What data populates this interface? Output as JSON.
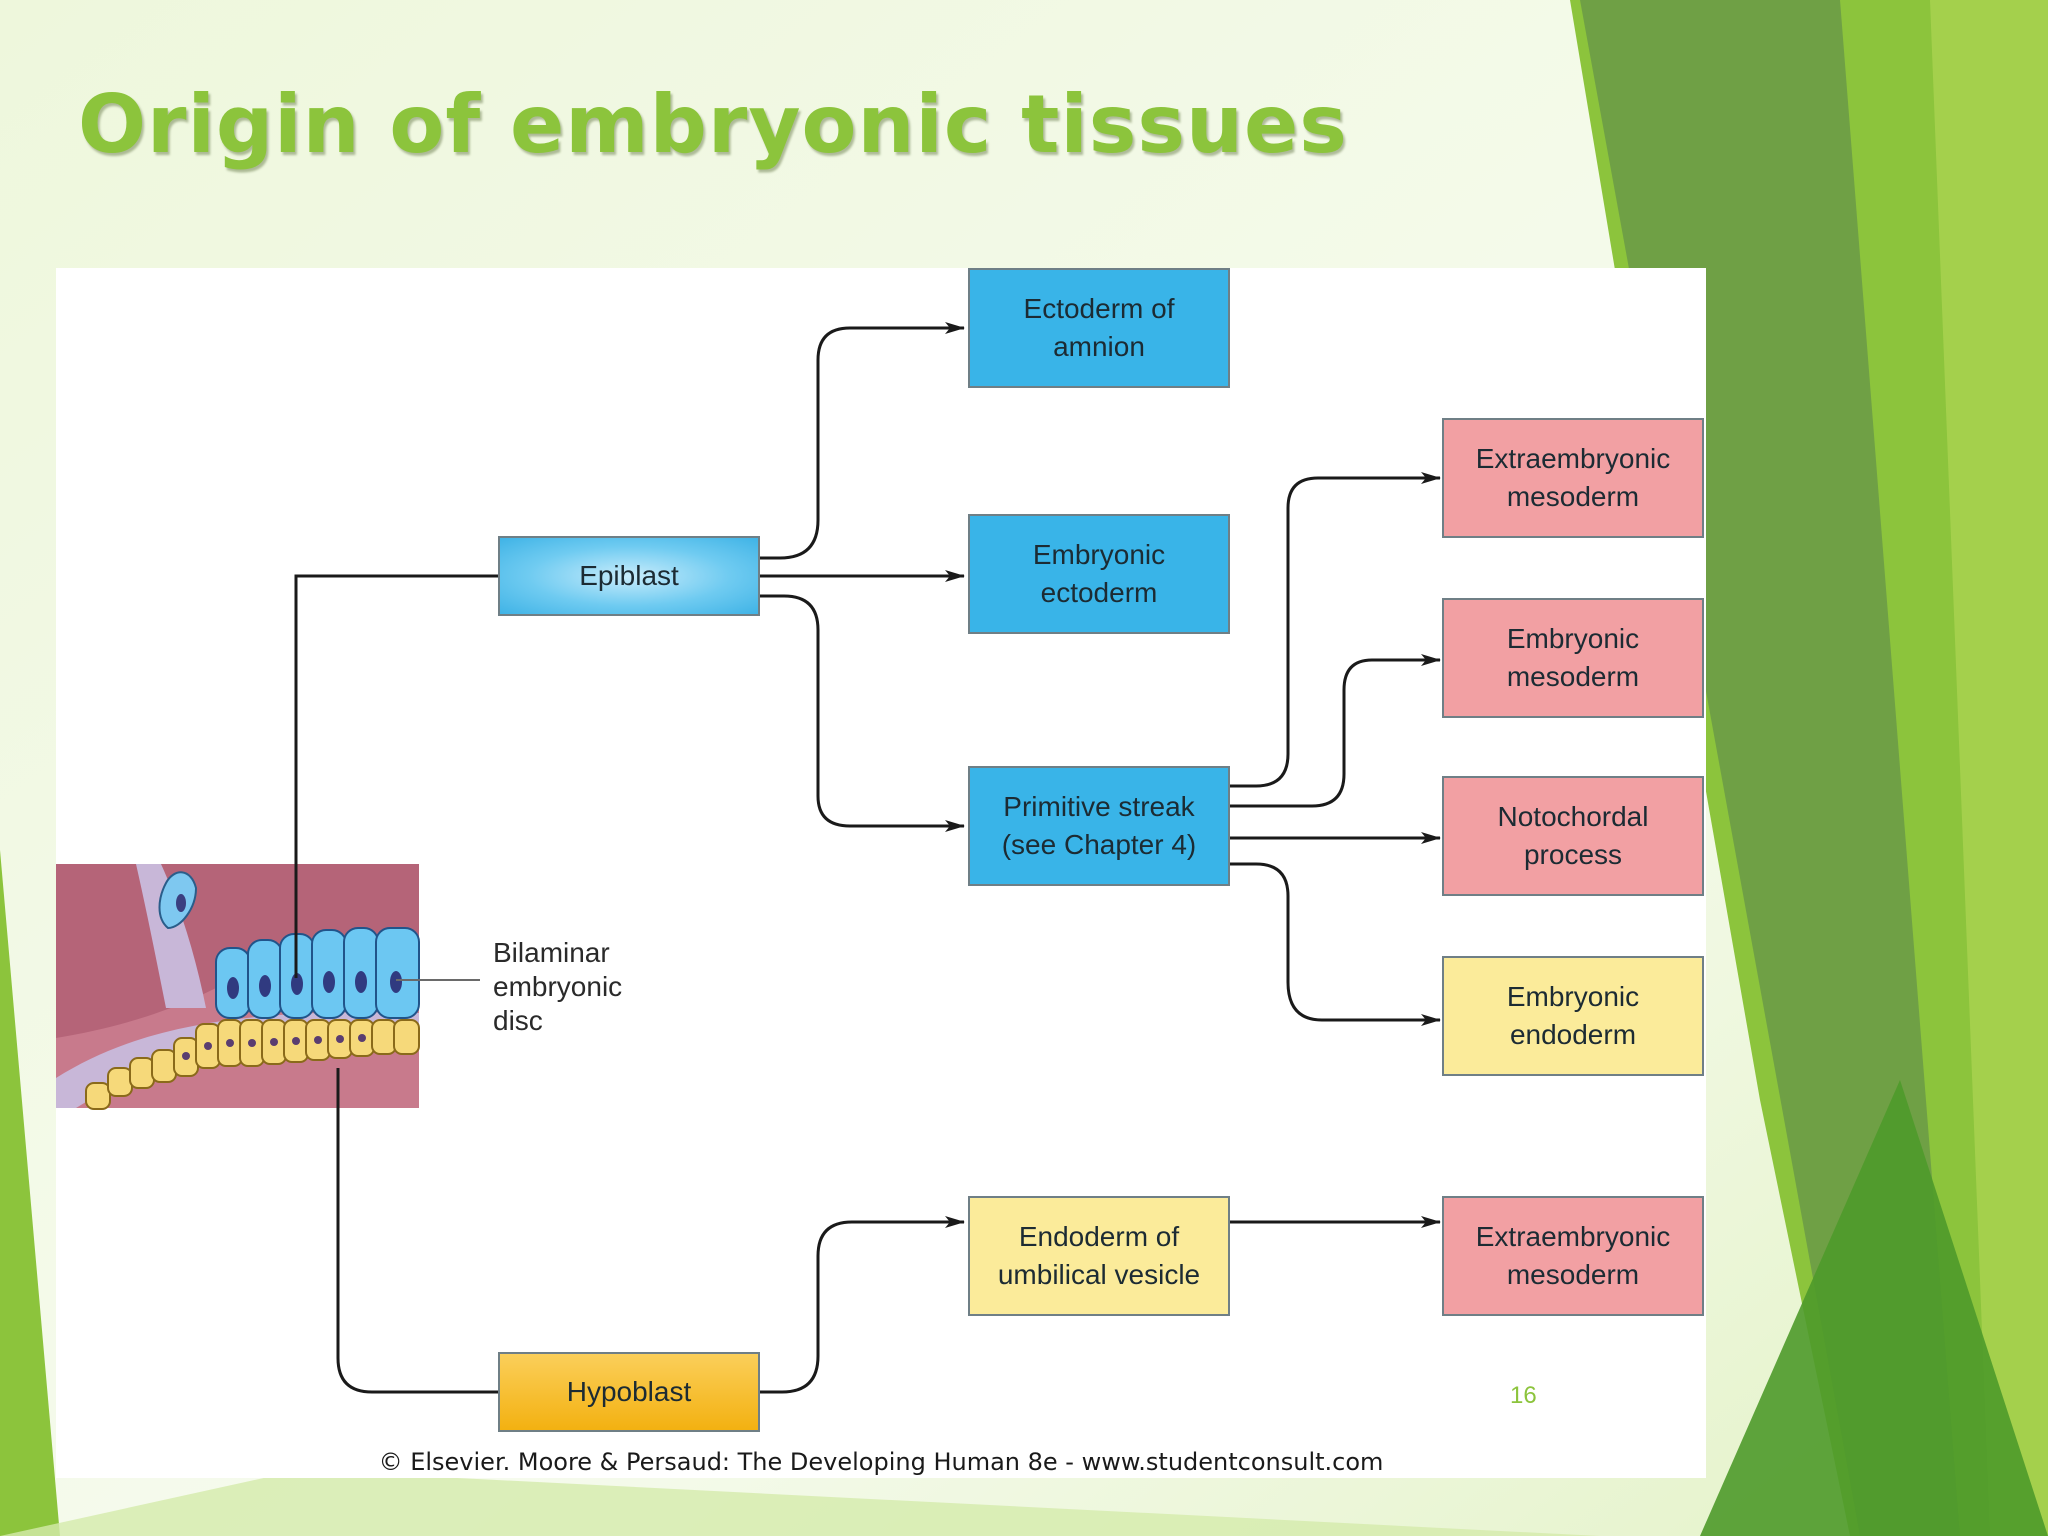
{
  "slide": {
    "title": "Origin of embryonic tissues",
    "page_number": "16",
    "credit": "© Elsevier. Moore & Persaud: The Developing Human 8e - www.studentconsult.com"
  },
  "diagram": {
    "disc_label": "Bilaminar\nembryonic\ndisc",
    "nodes": {
      "epiblast": "Epiblast",
      "hypoblast": "Hypoblast",
      "ectoderm_amnion": "Ectoderm of\namnion",
      "embryonic_ectoderm": "Embryonic\nectoderm",
      "primitive_streak": "Primitive streak\n(see Chapter 4)",
      "endoderm_umbilical_vesicle": "Endoderm of\numbilical vesicle",
      "extraembryonic_mesoderm_1": "Extraembryonic\nmesoderm",
      "embryonic_mesoderm": "Embryonic\nmesoderm",
      "notochordal_process": "Notochordal\nprocess",
      "embryonic_endoderm": "Embryonic\nendoderm",
      "extraembryonic_mesoderm_2": "Extraembryonic\nmesoderm"
    },
    "colors": {
      "ectoderm_blue": "#39b4e8",
      "mesoderm_pink": "#f2a0a3",
      "endoderm_yellow": "#fbeb9a",
      "hypoblast_orange": "#f3b111",
      "title_green": "#8cc43c"
    }
  }
}
